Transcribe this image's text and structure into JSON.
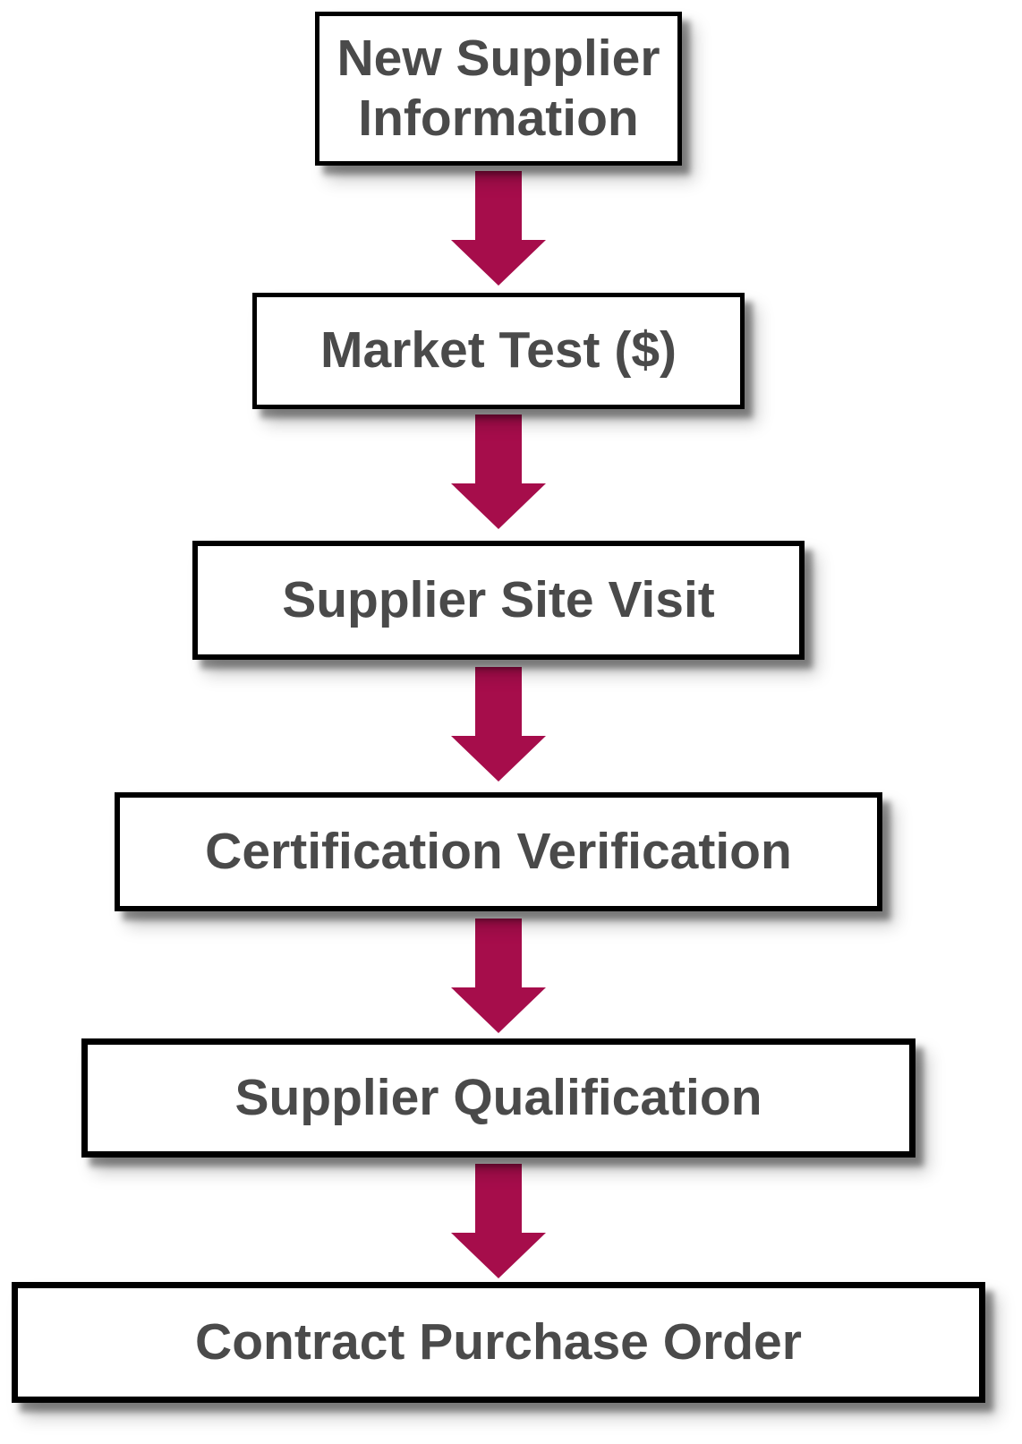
{
  "flowchart": {
    "type": "vertical-process-flow",
    "direction": "top-down",
    "steps": [
      {
        "label": "New Supplier Information"
      },
      {
        "label": "Market Test ($)"
      },
      {
        "label": "Supplier Site Visit"
      },
      {
        "label": "Certification Verification"
      },
      {
        "label": "Supplier Qualification"
      },
      {
        "label": "Contract Purchase Order"
      }
    ],
    "connector_icon": "down-arrow-icon",
    "colors": {
      "arrow": "#A60D4B",
      "box_fill": "#FFFFFF",
      "box_border": "#000000",
      "label_text": "#4A4A4A"
    }
  }
}
